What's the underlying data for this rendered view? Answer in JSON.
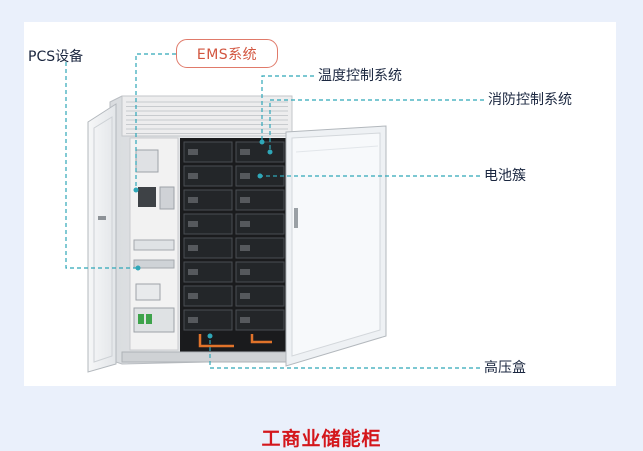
{
  "labels": {
    "pcs": "PCS设备",
    "ems": "EMS系统",
    "temp": "温度控制系统",
    "fire": "消防控制系统",
    "battery": "电池簇",
    "hv_box": "高压盒"
  },
  "caption": "工商业储能柜",
  "colors": {
    "leader": "#2fa7b8",
    "ems_border": "#e07a6a",
    "ems_text": "#d2553f",
    "caption": "#d4171c",
    "cabinet_frame": "#e7e9ec",
    "battery_module": "#232629"
  },
  "icons": [
    "pcs-icon"
  ]
}
